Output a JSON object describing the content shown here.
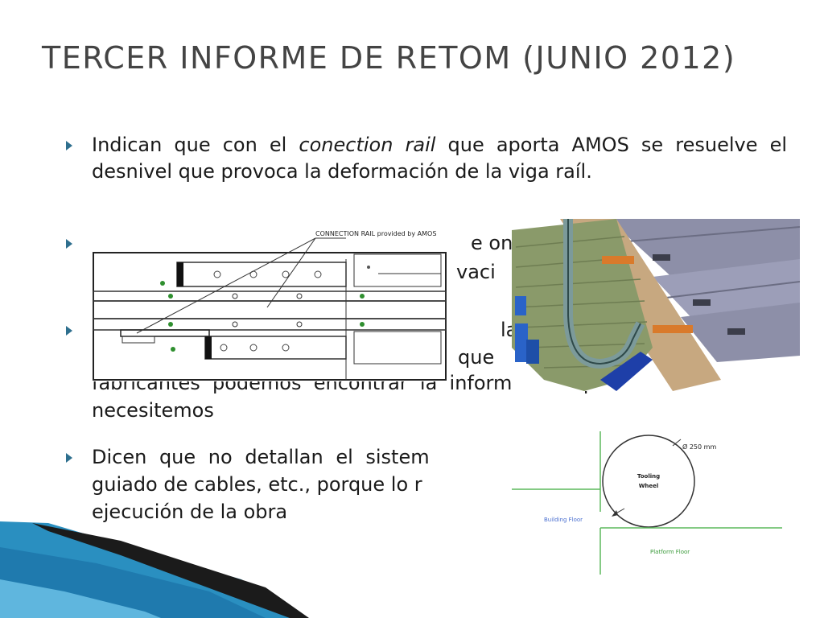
{
  "slide": {
    "title": "TERCER INFORME DE RETOM (JUNIO 2012)",
    "bullets": [
      {
        "pre": "Indican que con el ",
        "em": "conection rail",
        "post": " que aporta AMOS se resuelve el desnivel que provoca la deformación de la viga raíl."
      },
      {
        "text": "e on",
        "text2": "vaci"
      },
      {
        "text": "las",
        "text2": "que",
        "text3": "fabricantes  podemos  encontrar  la  información  que",
        "text4": "necesitemos"
      },
      {
        "text": "Dicen que no detallan el sistem",
        "text2": "guiado de cables, etc., porque lo r",
        "text3": "ejecución de la obra"
      }
    ]
  },
  "figure_rail": {
    "callout": "CONNECTION RAIL provided by AMOS"
  },
  "figure_wheel": {
    "diameter": "Ø 250 mm",
    "wheel_label_1": "Tooling",
    "wheel_label_2": "Wheel",
    "building_floor": "Building Floor",
    "platform_floor": "Platform Floor"
  },
  "colors": {
    "title": "#444444",
    "bullet_marker": "#2e6f8e",
    "decor_dark": "#1b1b1b",
    "decor_blue": "#2a8fc0",
    "floor_green": "#5cb85c",
    "wheel_text_blue": "#4a6fd0"
  }
}
